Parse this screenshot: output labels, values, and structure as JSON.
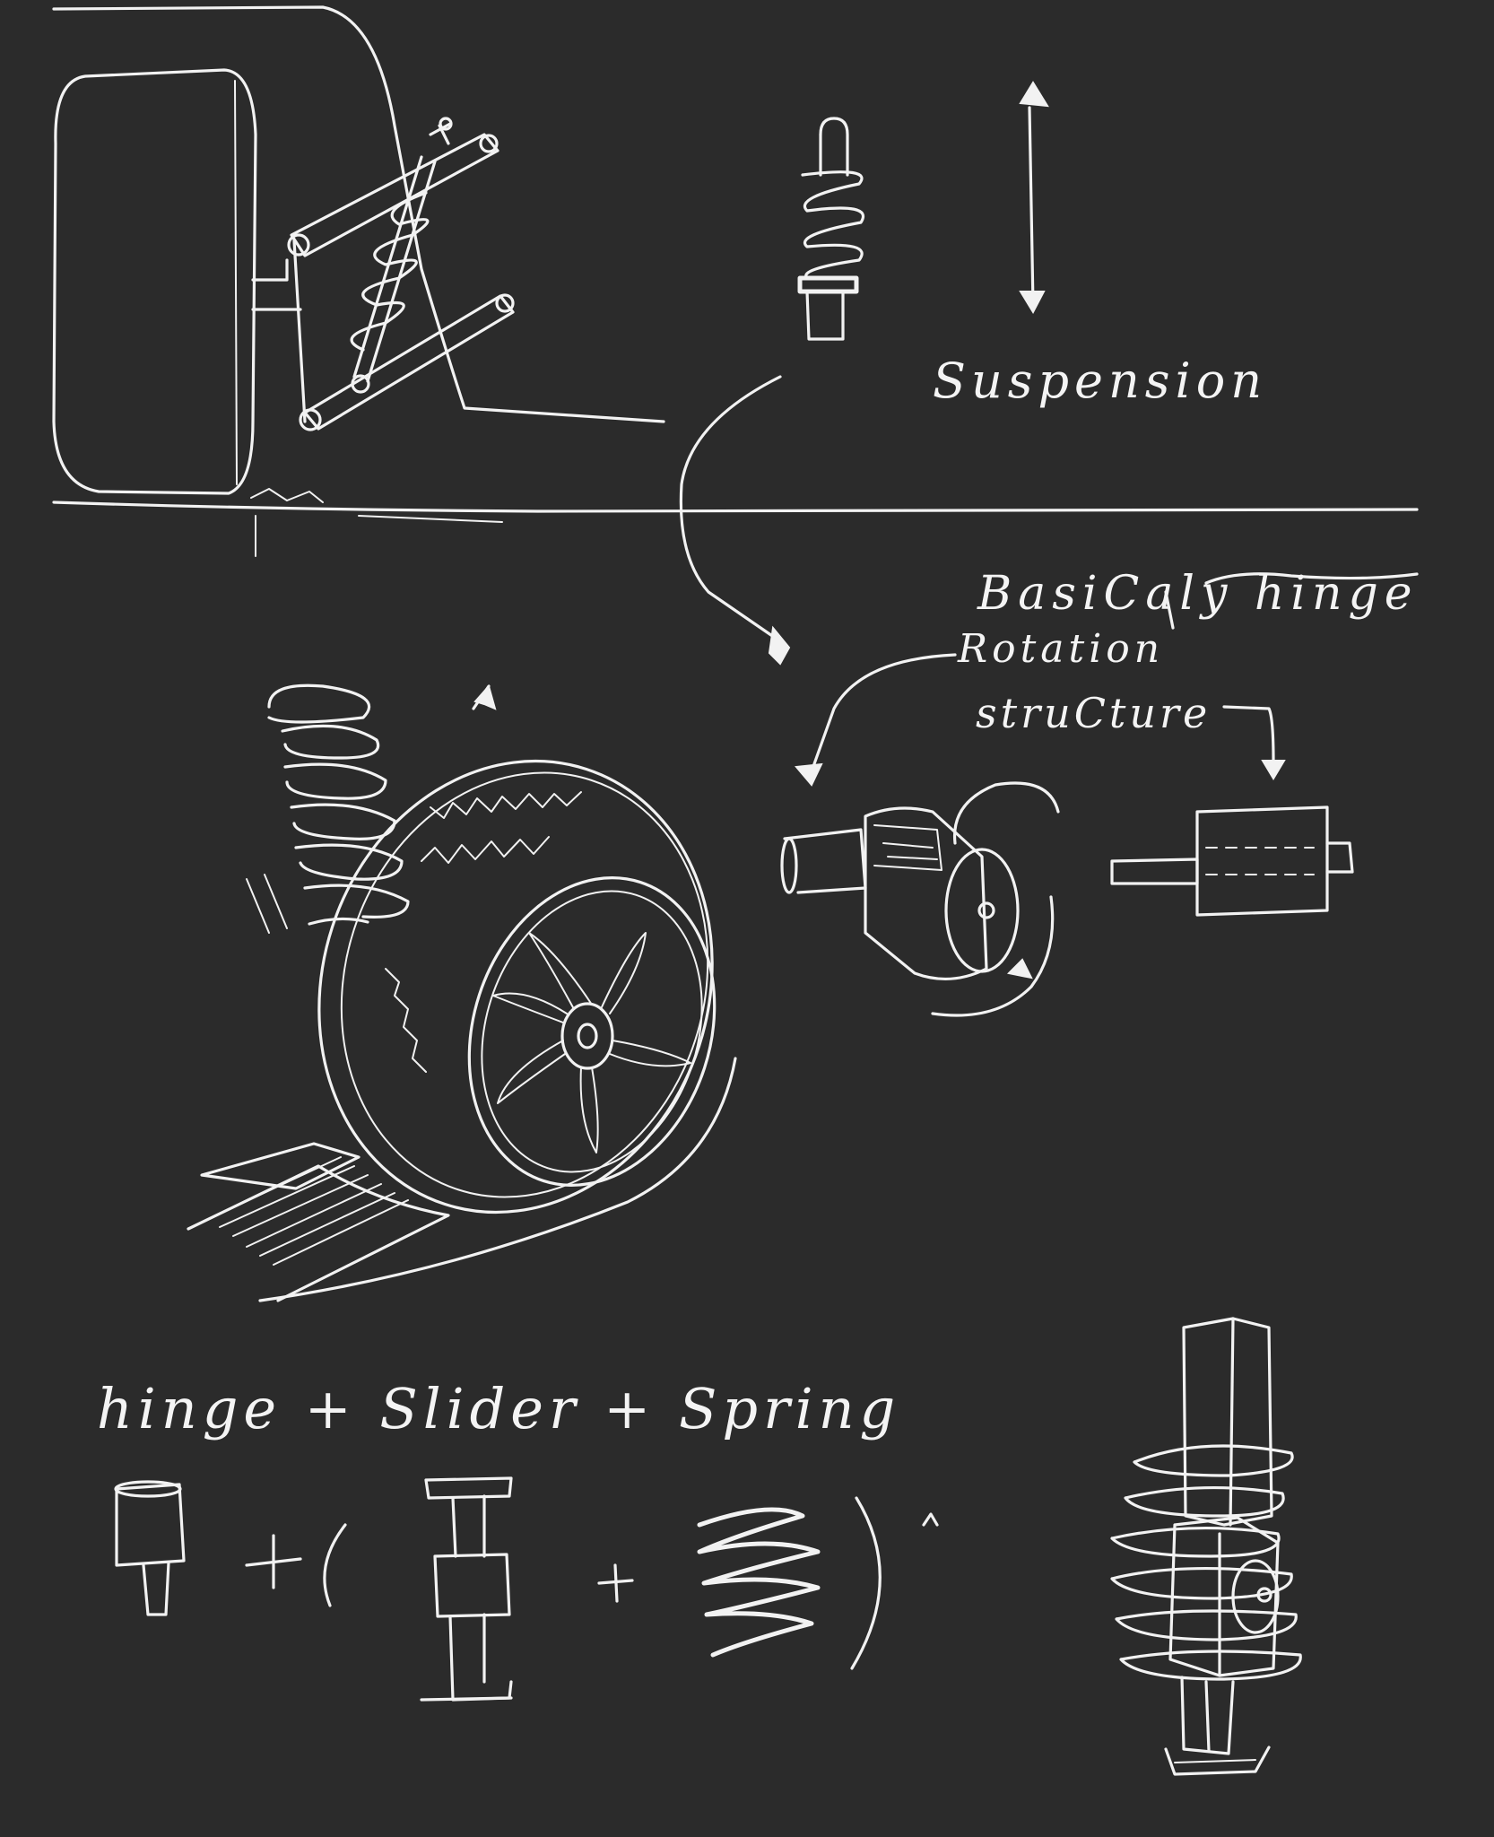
{
  "labels": {
    "suspension": "Suspension",
    "basically_hinge": "BasiCaly hinge",
    "rotation": "Rotation",
    "structure": "struCture",
    "formula": "hinge + Slider + Spring"
  },
  "colors": {
    "background": "#2b2b2b",
    "chalk": "#f2f2f2"
  }
}
